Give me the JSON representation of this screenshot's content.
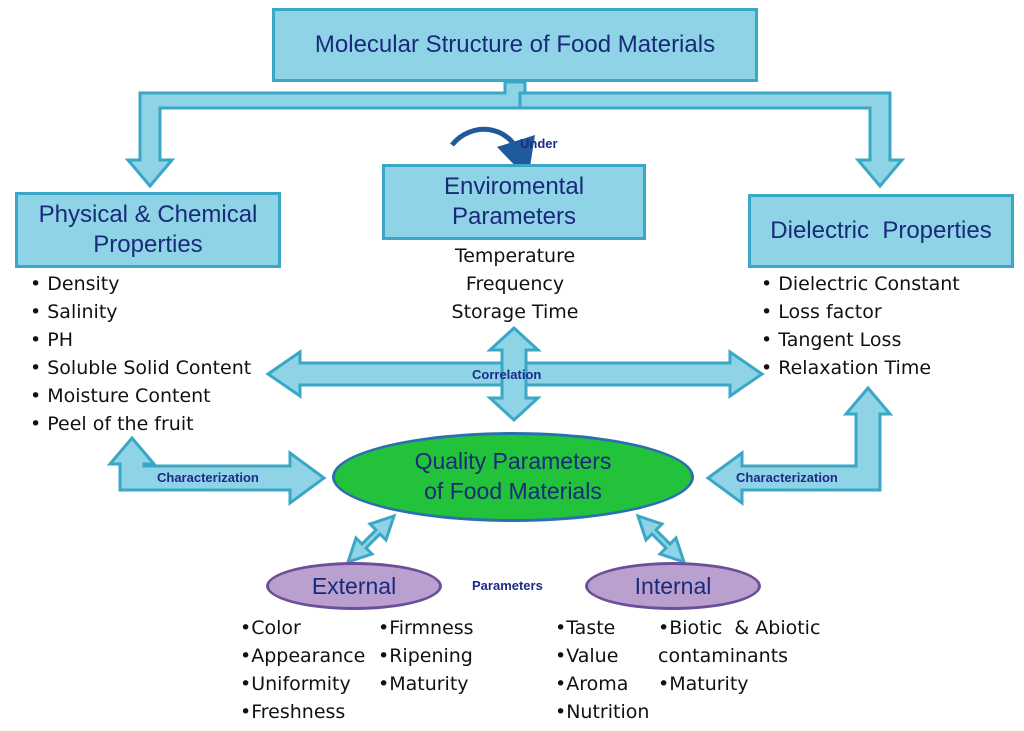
{
  "top_box": {
    "title": "Molecular Structure of Food Materials"
  },
  "physical_box": {
    "line1": "Physical & Chemical",
    "line2": "Properties"
  },
  "env_box": {
    "line1": "Enviromental",
    "line2": "Parameters"
  },
  "dielectric_box": {
    "title": "Dielectric  Properties"
  },
  "labels": {
    "under": "Under",
    "correlation": "Correlation",
    "characterization_left": "Characterization",
    "characterization_right": "Characterization",
    "parameters": "Parameters"
  },
  "env_items": [
    "Temperature",
    "Frequency",
    "Storage Time"
  ],
  "physical_items": [
    "Density",
    "Salinity",
    "PH",
    "Soluble Solid Content",
    "Moisture Content",
    "Peel of the fruit"
  ],
  "dielectric_items": [
    "Dielectric Constant",
    "Loss factor",
    "Tangent Loss",
    "Relaxation Time"
  ],
  "quality": {
    "line1": "Quality Parameters",
    "line2": "of Food Materials"
  },
  "external": {
    "title": "External",
    "col1": [
      "Color",
      "Appearance",
      "Uniformity",
      "Freshness"
    ],
    "col2": [
      "Firmness",
      "Ripening",
      "Maturity"
    ]
  },
  "internal": {
    "title": "Internal",
    "col1": [
      "Taste",
      "Value",
      "Aroma",
      "Nutrition"
    ],
    "col2": [
      "Biotic  & Abiotic",
      "contaminants",
      "Maturity"
    ]
  },
  "colors": {
    "box_fill": "#8fd3e6",
    "box_border": "#3aa7c6",
    "title_text": "#1a2a7a",
    "quality_fill": "#22c33a",
    "quality_border": "#2a6fb0",
    "oval_fill": "#b9a0cf",
    "oval_border": "#6b4f9a",
    "label_text": "#1c2a8a",
    "curved_arrow": "#1f5a9a"
  }
}
